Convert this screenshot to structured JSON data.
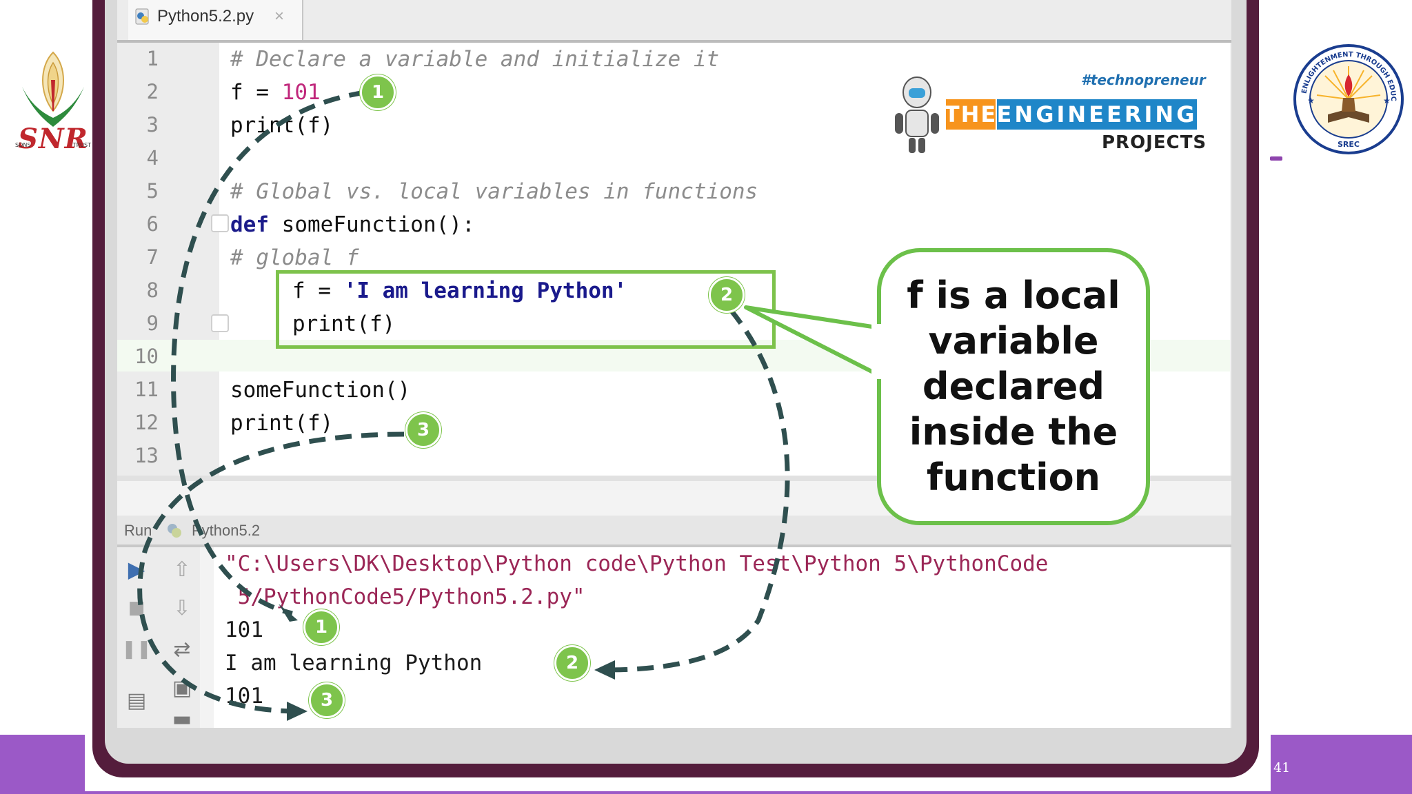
{
  "slide": {
    "slide_number": "41",
    "left_logo": {
      "name": "SNR",
      "sub_left": "SONS",
      "sub_right": "TRUST"
    },
    "right_logo": {
      "ring_text": "ENLIGHTENMENT THROUGH EDUCATION",
      "name": "SREC"
    },
    "colors": {
      "footer": "#9b59c7",
      "frame": "#541d3c",
      "badge": "#7ec44c",
      "arrow": "#2f4f4f"
    }
  },
  "ide": {
    "tab": {
      "filename": "Python5.2.py",
      "close": "×"
    },
    "gutter_lines": [
      "1",
      "2",
      "3",
      "4",
      "5",
      "6",
      "7",
      "8",
      "9",
      "10",
      "11",
      "12",
      "13"
    ],
    "code": {
      "l1": "# Declare a variable and initialize it",
      "l2_var": "f",
      "l2_eq": " = ",
      "l2_num": "101",
      "l3": "print(f)",
      "l5": "# Global vs. local variables in functions",
      "l6_kw": "def",
      "l6_rest": " someFunction():",
      "l7": "# global f",
      "l8_var": "f = ",
      "l8_str": "'I am learning Python'",
      "l9": "print(f)",
      "l11": "someFunction()",
      "l12": "print(f)"
    },
    "run": {
      "label": "Run",
      "tab": "Python5.2",
      "console": {
        "path_line1": "\"C:\\Users\\DK\\Desktop\\Python code\\Python Test\\Python 5\\PythonCode",
        "path_line2": " 5/PythonCode5/Python5.2.py\"",
        "out1": "101",
        "out2": "I am learning Python",
        "out3": "101"
      }
    }
  },
  "badges": [
    "1",
    "2",
    "3"
  ],
  "callout": {
    "text": "f is a local variable declared inside the function"
  },
  "watermark": {
    "tag": "#technopreneur",
    "the": "THE",
    "main": "ENGINEERING",
    "sub": "PROJECTS"
  }
}
